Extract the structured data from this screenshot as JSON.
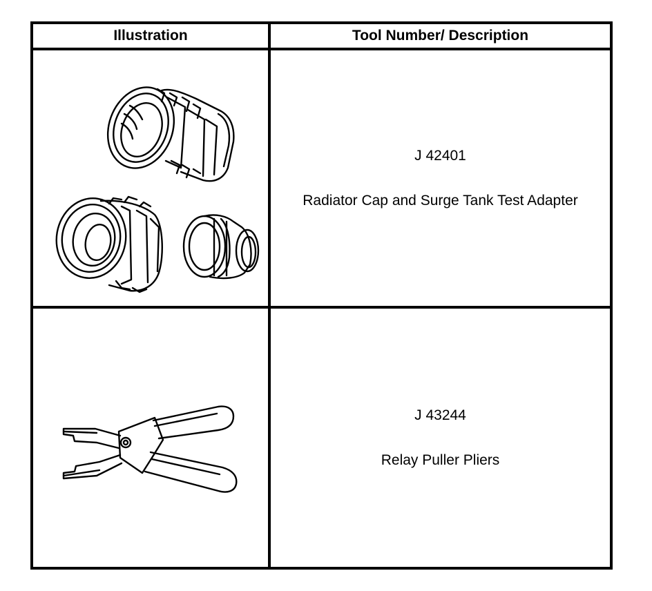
{
  "table": {
    "headers": {
      "illustration": "Illustration",
      "description": "Tool Number/ Description"
    },
    "rows": [
      {
        "tool_number": "J 42401",
        "description": "Radiator Cap and Surge Tank Test Adapter",
        "illustration_icon": "radiator-cap-adapter-icon"
      },
      {
        "tool_number": "J 43244",
        "description": "Relay Puller Pliers",
        "illustration_icon": "relay-puller-pliers-icon"
      }
    ]
  }
}
